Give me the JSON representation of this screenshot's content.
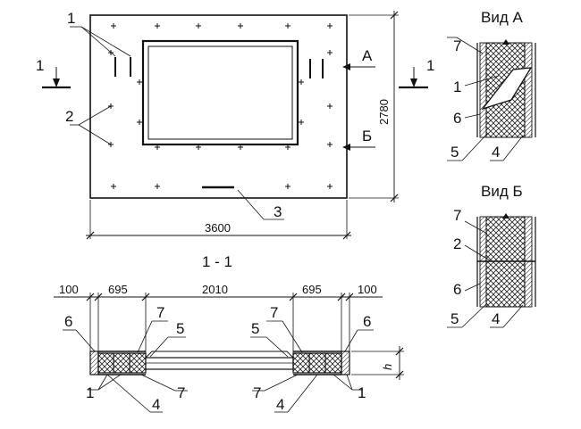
{
  "plan": {
    "dim_width": "3600",
    "dim_height": "2780",
    "section_mark": "1",
    "view_a_mark": "А",
    "view_b_mark": "Б",
    "callouts": {
      "c1": "1",
      "c2": "2",
      "c3": "3"
    }
  },
  "view_a": {
    "title": "Вид А",
    "callouts": {
      "c7": "7",
      "c1": "1",
      "c6": "6",
      "c5": "5",
      "c4": "4"
    }
  },
  "view_b": {
    "title": "Вид Б",
    "callouts": {
      "c7": "7",
      "c2": "2",
      "c6": "6",
      "c5": "5",
      "c4": "4"
    }
  },
  "section": {
    "title": "1 - 1",
    "dims": [
      "100",
      "695",
      "2010",
      "695",
      "100"
    ],
    "h_label": "h",
    "callouts": {
      "l6": "6",
      "l7": "7",
      "l5": "5",
      "r5": "5",
      "r7": "7",
      "r6": "6",
      "bl1": "1",
      "bl4": "4",
      "bl7": "7",
      "br7": "7",
      "br4": "4",
      "br1": "1"
    }
  }
}
